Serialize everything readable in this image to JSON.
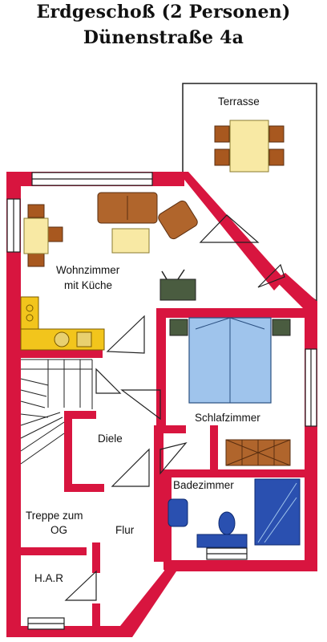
{
  "title": {
    "line1": "Erdgeschoß (2 Personen)",
    "line2": "Dünenstraße 4a"
  },
  "rooms": {
    "terrace": "Terrasse",
    "living_line1": "Wohnzimmer",
    "living_line2": "mit Küche",
    "bedroom": "Schlafzimmer",
    "hall": "Diele",
    "bathroom": "Badezimmer",
    "stairs_line1": "Treppe zum",
    "stairs_line2": "OG",
    "corridor": "Flur",
    "utility": "H.A.R"
  },
  "colors": {
    "wall": "#d8153f",
    "sofa": "#b0652c",
    "table_yellow": "#f8e9a4",
    "chair_brown": "#a8581f",
    "kitchen_yellow": "#f2c51c",
    "bed_blue": "#9fc4ec",
    "shower_blue": "#2a50b0",
    "tv_green": "#4a5c40",
    "window_gray": "#bfbfbf"
  }
}
